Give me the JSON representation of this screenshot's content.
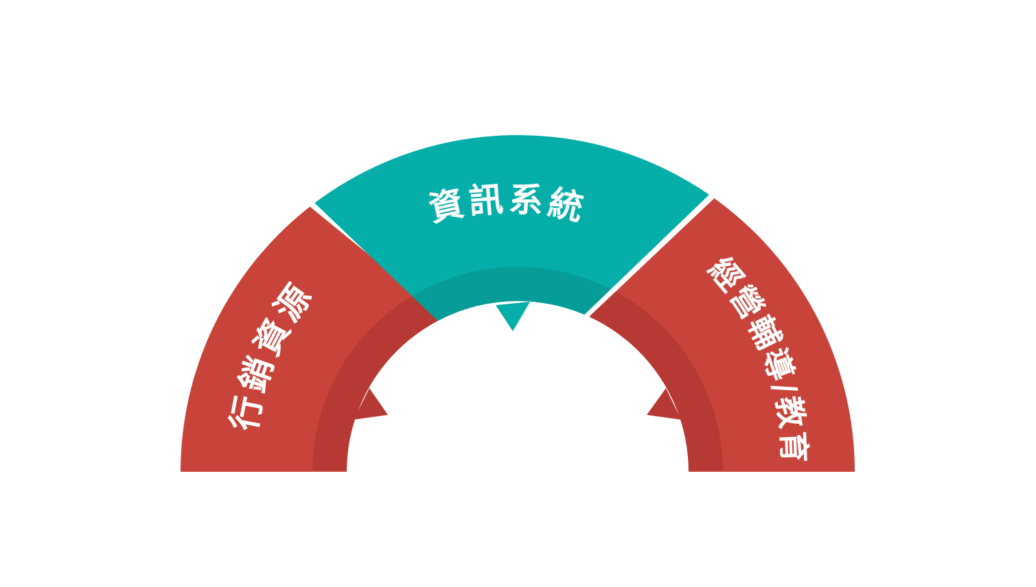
{
  "colors": {
    "red": "#c8433a",
    "red_inner": "#b63a33",
    "teal": "#05aea8",
    "teal_inner": "#069c97",
    "background": "#ffffff"
  },
  "segments": [
    {
      "id": "left",
      "label": "行銷資源",
      "color": "red"
    },
    {
      "id": "top",
      "label": "資訊系統",
      "color": "teal"
    },
    {
      "id": "right",
      "label": "經營輔導/教育",
      "color": "red"
    }
  ]
}
